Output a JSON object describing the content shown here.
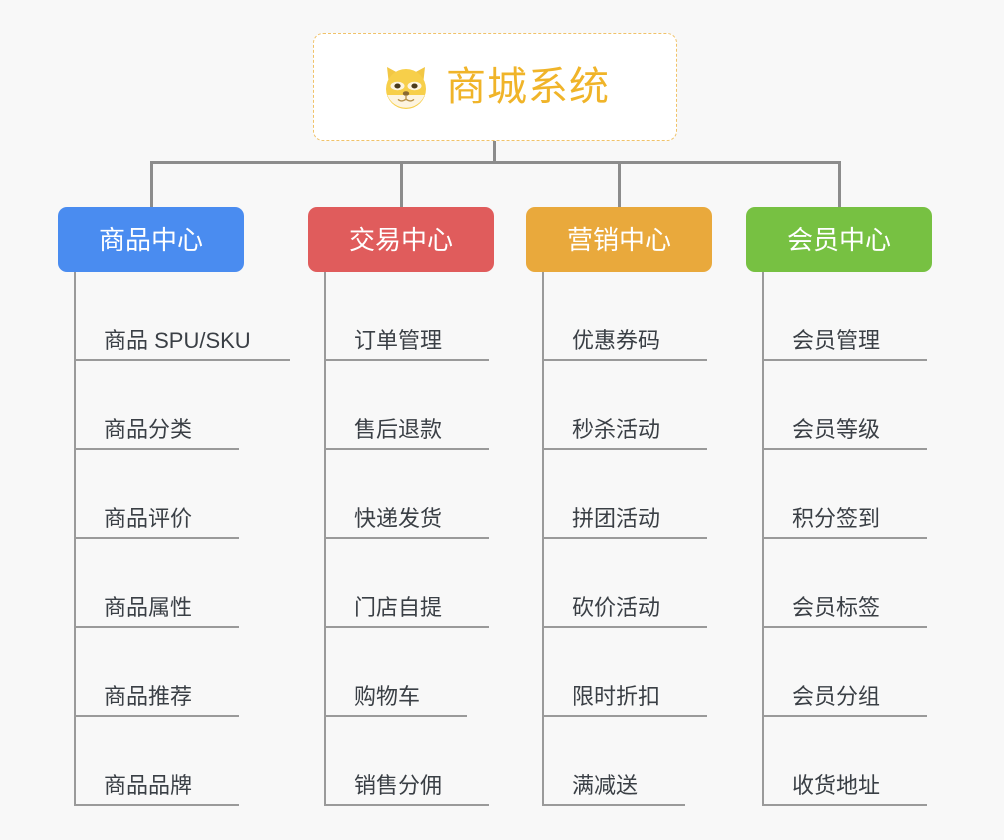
{
  "background_color": "#f8f8f8",
  "root": {
    "icon": "shiba-dog-face-icon",
    "title": "商城系统",
    "title_color": "#f0b429",
    "border_color": "#f0c269",
    "background": "#ffffff"
  },
  "connector_color": "#8c8c8c",
  "leaf_line_color": "#9a9a9a",
  "leaf_text_color": "#3a3f45",
  "columns": [
    {
      "title": "商品中心",
      "color": "#4a8cf0",
      "items": [
        "商品 SPU/SKU",
        "商品分类",
        "商品评价",
        "商品属性",
        "商品推荐",
        "商品品牌"
      ]
    },
    {
      "title": "交易中心",
      "color": "#e05c5c",
      "items": [
        "订单管理",
        "售后退款",
        "快递发货",
        "门店自提",
        "购物车",
        "销售分佣"
      ]
    },
    {
      "title": "营销中心",
      "color": "#e9a93c",
      "items": [
        "优惠券码",
        "秒杀活动",
        "拼团活动",
        "砍价活动",
        "限时折扣",
        "满减送"
      ]
    },
    {
      "title": "会员中心",
      "color": "#77c142",
      "items": [
        "会员管理",
        "会员等级",
        "积分签到",
        "会员标签",
        "会员分组",
        "收货地址"
      ]
    }
  ]
}
